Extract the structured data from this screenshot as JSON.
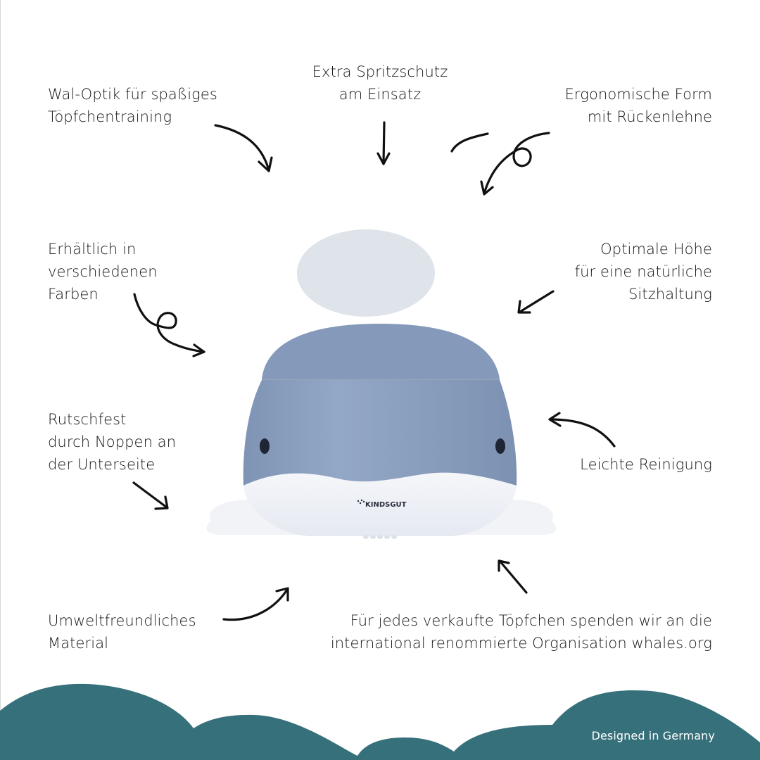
{
  "colors": {
    "background": "#ffffff",
    "text": "#161616",
    "footer_wave": "#36707a",
    "whale_body": "#8fa3c3",
    "whale_body_shade": "#7f93b4",
    "whale_belly": "#f2f4f8",
    "backrest": "#dfe3ea",
    "eyes": "#1e2535"
  },
  "features": [
    {
      "id": "wal-optik",
      "lines": [
        "Wal-Optik für spaßiges",
        "Töpfchentraining"
      ]
    },
    {
      "id": "spritzschutz",
      "lines": [
        "Extra Spritzschutz",
        "am Einsatz"
      ]
    },
    {
      "id": "ergonomisch",
      "lines": [
        "Ergonomische Form",
        "mit Rückenlehne"
      ]
    },
    {
      "id": "farben",
      "lines": [
        "Erhältlich in",
        "verschiedenen",
        "Farben"
      ]
    },
    {
      "id": "hoehe",
      "lines": [
        "Optimale Höhe",
        "für eine natürliche",
        "Sitzhaltung"
      ]
    },
    {
      "id": "rutschfest",
      "lines": [
        "Rutschfest",
        "durch Noppen an",
        "der Unterseite"
      ]
    },
    {
      "id": "reinigung",
      "lines": [
        "Leichte Reinigung"
      ]
    },
    {
      "id": "material",
      "lines": [
        "Umweltfreundliches",
        "Material"
      ]
    },
    {
      "id": "spende",
      "lines": [
        "Für jedes verkaufte Töpfchen spenden wir an die",
        "international renommierte Organisation whales.org"
      ]
    }
  ],
  "product": {
    "brand_logo_text": "KINDSGUT",
    "icon": "whale-potty-image"
  },
  "footer": {
    "text": "Designed in Germany"
  }
}
